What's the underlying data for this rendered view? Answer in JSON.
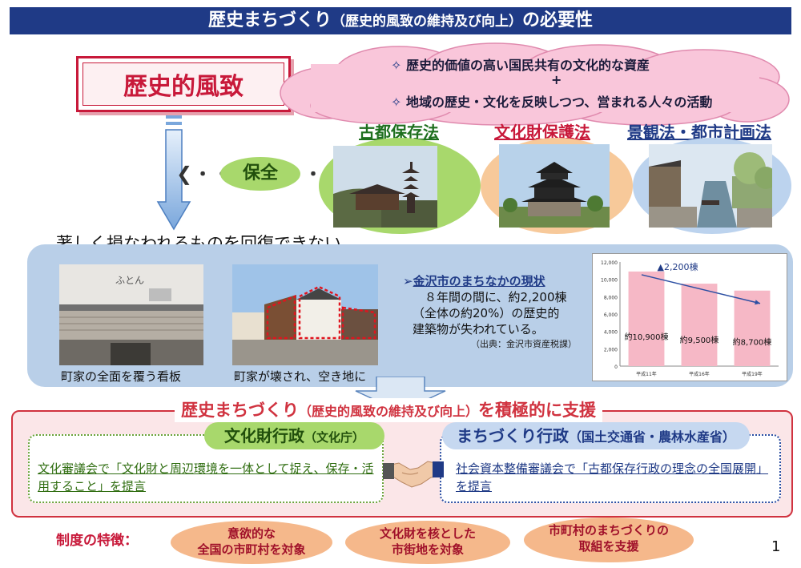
{
  "title": {
    "main": "歴史まちづくり",
    "sub": "（歴史的風致の維持及び向上）",
    "tail": "の必要性"
  },
  "keyword": "歴史的風致",
  "cloud": {
    "line1": "歴史的価値の高い国民共有の文化的な資産",
    "plus": "+",
    "line2": "地域の歴史・文化を反映しつつ、営まれる人々の活動",
    "bullet_icon": "diamond-star-icon"
  },
  "conservation": {
    "label": "保全",
    "dots_left": "・・・・",
    "dots_right": "・・・・・"
  },
  "laws": [
    {
      "label": "古都保存法",
      "color": "#1e6f1e",
      "circle": "#a8d86c",
      "photo": "pagoda-temple-photo"
    },
    {
      "label": "文化財保護法",
      "color": "#c8193a",
      "circle": "#f7c99a",
      "photo": "castle-photo"
    },
    {
      "label": "景観法・都市計画法",
      "color": "#1f3a86",
      "circle": "#bcd3ee",
      "photo": "canal-townscape-photo"
    }
  ],
  "middle": {
    "heading": "著しく損なわれるものを回復できない",
    "captions": [
      "町家の全面を覆う看板",
      "町家が壊され、空き地に"
    ],
    "status_title": "金沢市のまちなかの現状",
    "status_lines": [
      "８年間の間に、約2,200棟",
      "（全体の約20%）の歴史的",
      "建築物が失われている。"
    ],
    "source": "（出典：金沢市資産税課）"
  },
  "chart_data": {
    "type": "bar",
    "categories": [
      "平成11年",
      "平成16年",
      "平成19年"
    ],
    "values": [
      10900,
      9500,
      8700
    ],
    "data_labels": [
      "約10,900棟",
      "約9,500棟",
      "約8,700棟"
    ],
    "ylim": [
      0,
      12000
    ],
    "yticks": [
      "0",
      "2,000",
      "4,000",
      "6,000",
      "8,000",
      "10,000",
      "12,000"
    ],
    "annotation": "▲2,200棟",
    "bar_color": "#f6b8c6",
    "grid": false
  },
  "support": {
    "title_main": "歴史まちづくり",
    "title_sub": "（歴史的風致の維持及び向上）",
    "title_tail": "を積極的に支援"
  },
  "agencies": {
    "left": {
      "name": "文化財行政",
      "org": "（文化庁）",
      "text": "文化審議会で「文化財と周辺環境を一体として捉え、保存・活用すること」を提言"
    },
    "right": {
      "name": "まちづくり行政",
      "org": "（国土交通省・農林水産省）",
      "text": "社会資本整備審議会で「古都保存行政の理念の全国展開」を提言"
    },
    "handshake_icon": "handshake-icon"
  },
  "features": {
    "label": "制度の特徴：",
    "items": [
      {
        "line1": "意欲的な",
        "line2": "全国の市町村を対象"
      },
      {
        "line1": "文化財を核とした",
        "line2": "市街地を対象"
      },
      {
        "line1": "市町村のまちづくりの",
        "line2": "取組を支援"
      }
    ]
  },
  "page_number": "1"
}
